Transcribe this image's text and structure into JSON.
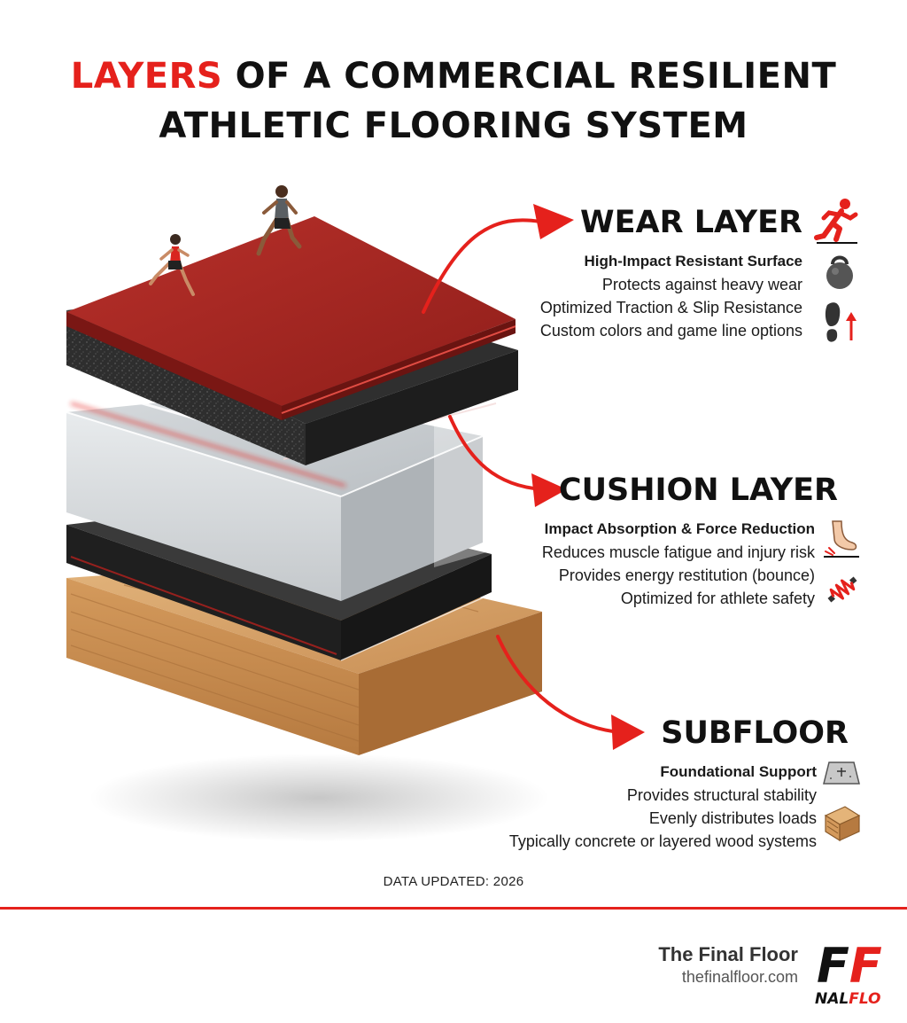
{
  "title": {
    "highlight": "LAYERS",
    "line1_rest": "OF A COMMERCIAL RESILIENT",
    "line2": "ATHLETIC FLOORING SYSTEM"
  },
  "layers": [
    {
      "title": "WEAR LAYER",
      "subtitle": "High-Impact Resistant Surface",
      "lines": [
        "Protects against heavy wear",
        "Optimized Traction & Slip Resistance",
        "Custom colors and game line options"
      ]
    },
    {
      "title": "CUSHION LAYER",
      "subtitle": "Impact Absorption & Force Reduction",
      "lines": [
        "Reduces muscle fatigue and injury risk",
        "Provides energy restitution (bounce)",
        "Optimized for athlete safety"
      ]
    },
    {
      "title": "SUBFLOOR",
      "subtitle": "Foundational Support",
      "lines": [
        "Provides structural stability",
        "Evenly distributes loads",
        "Typically concrete or layered wood systems"
      ]
    }
  ],
  "footer": {
    "updated": "DATA UPDATED: 2026",
    "brand_name": "The Final Floor",
    "brand_url": "thefinalfloor.com",
    "logo_mark": "FF",
    "logo_sub": "NALFLO"
  },
  "colors": {
    "accent": "#e5211c",
    "wear_surface": "#b42a25",
    "cushion": "#c9cdd0",
    "rubber": "#2b2b2b",
    "wood": "#d7a56c"
  },
  "icons": [
    "runner-icon",
    "kettlebell-icon",
    "shoe-print-icon",
    "foot-icon",
    "spring-icon",
    "concrete-icon",
    "wood-plank-icon"
  ]
}
